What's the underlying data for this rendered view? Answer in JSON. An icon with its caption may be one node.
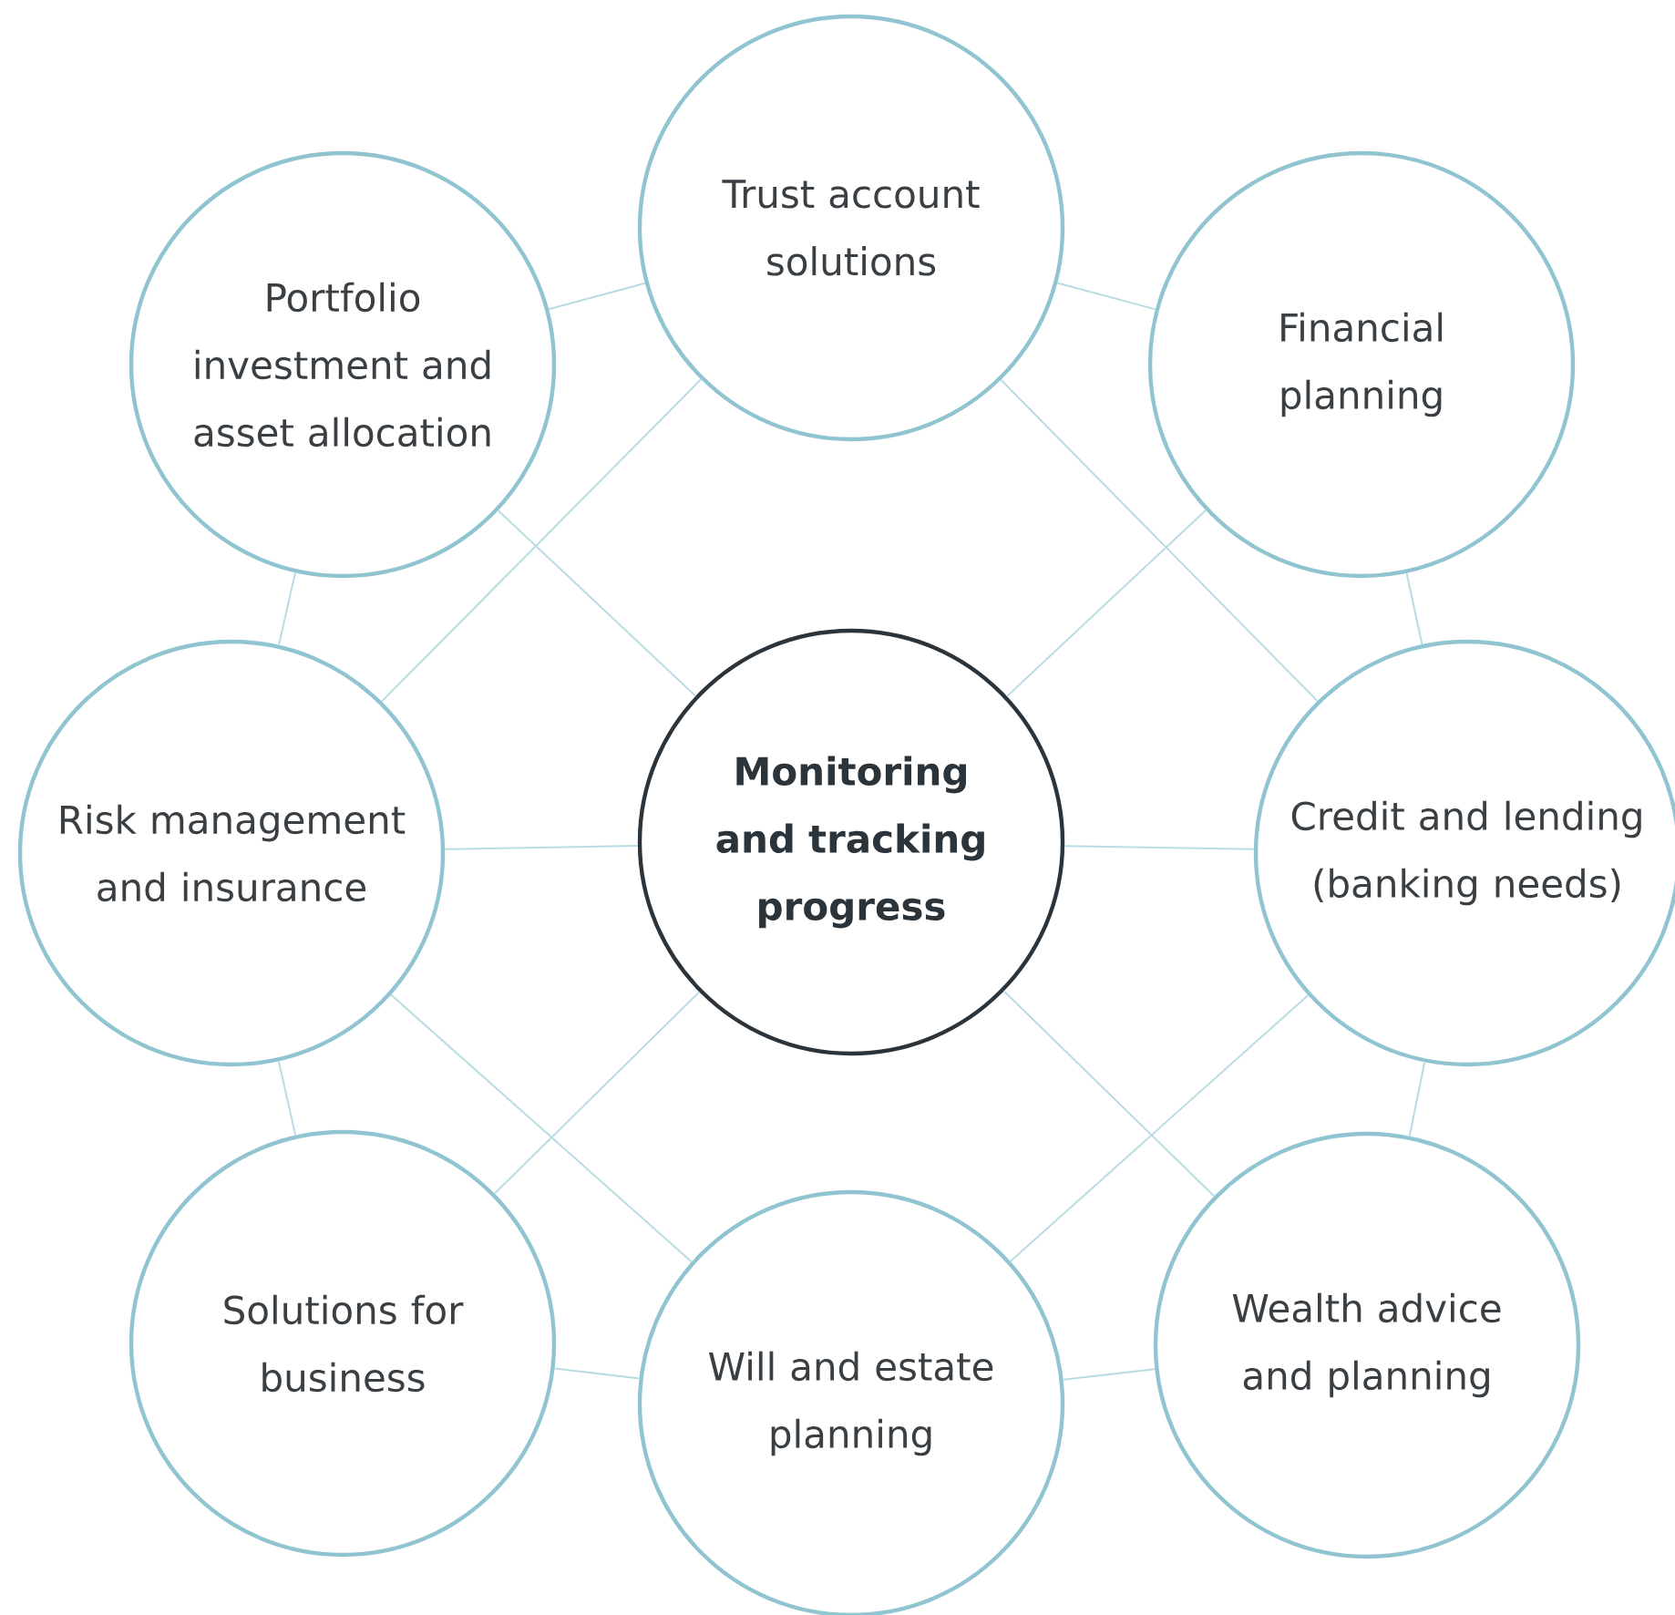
{
  "diagram": {
    "nodes": [
      {
        "text": [
          "Portfolio investment and asset allocation"
        ]
      },
      {
        "text": [
          "Trust account solutions"
        ]
      },
      {
        "text": [
          "Financial planning"
        ]
      },
      {
        "text": [
          "Risk management and insurance"
        ]
      },
      {
        "text": [
          "Monitoring and tracking progress"
        ]
      },
      {
        "text": [
          "Credit and lending (banking needs)"
        ]
      },
      {
        "text": [
          "Solutions for business"
        ]
      },
      {
        "text": [
          "Will and estate planning"
        ]
      },
      {
        "text": [
          "Wealth advice and planning"
        ]
      }
    ],
    "edges": [
      {
        "from": 0,
        "to": 1,
        "arrow": "none"
      },
      {
        "from": 1,
        "to": 2,
        "arrow": "none"
      },
      {
        "from": 2,
        "to": 5,
        "arrow": "none"
      },
      {
        "from": 5,
        "to": 8,
        "arrow": "none"
      },
      {
        "from": 8,
        "to": 7,
        "arrow": "none"
      },
      {
        "from": 7,
        "to": 6,
        "arrow": "none"
      },
      {
        "from": 6,
        "to": 3,
        "arrow": "none"
      },
      {
        "from": 3,
        "to": 0,
        "arrow": "none"
      },
      {
        "from": 3,
        "to": 4,
        "arrow": "none"
      },
      {
        "from": 4,
        "to": 5,
        "arrow": "none"
      },
      {
        "from": 0,
        "to": 4,
        "arrow": "none"
      },
      {
        "from": 1,
        "to": 3,
        "arrow": "none"
      },
      {
        "from": 1,
        "to": 5,
        "arrow": "none"
      },
      {
        "from": 2,
        "to": 4,
        "arrow": "none"
      },
      {
        "from": 3,
        "to": 7,
        "arrow": "none"
      },
      {
        "from": 4,
        "to": 6,
        "arrow": "none"
      },
      {
        "from": 4,
        "to": 8,
        "arrow": "none"
      },
      {
        "from": 5,
        "to": 7,
        "arrow": "none"
      }
    ]
  }
}
